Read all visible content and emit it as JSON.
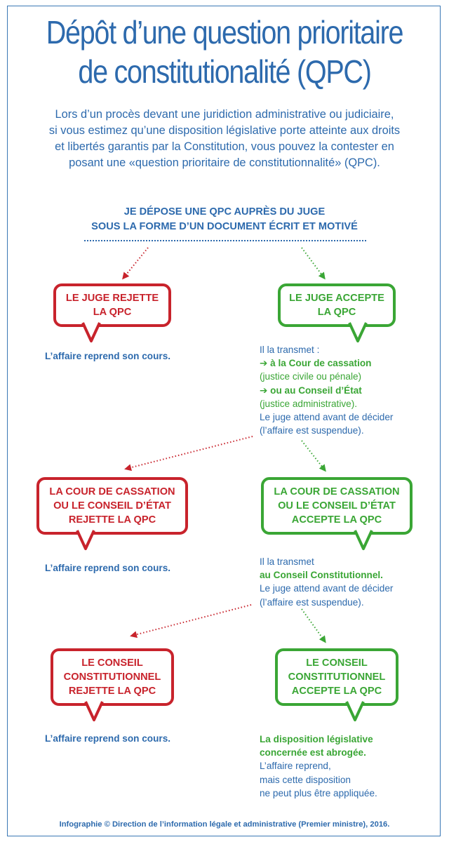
{
  "colors": {
    "blue": "#2d6aad",
    "red": "#c8232c",
    "green": "#3aa635"
  },
  "title": {
    "line1": "Dépôt d’une question prioritaire",
    "line2": "de constitutionalité (QPC)"
  },
  "intro": {
    "line1": "Lors d’un procès devant une juridiction administrative ou judiciaire,",
    "line2": "si vous estimez qu’une disposition législative porte atteinte aux droits",
    "line3": "et libertés garantis par la Constitution, vous pouvez la contester en",
    "line4": "posant une «question prioritaire de constitutionnalité» (QPC)."
  },
  "start": {
    "line1": "JE DÉPOSE UNE QPC AUPRÈS DU JUGE",
    "line2": "SOUS LA FORME D’UN DOCUMENT ÉCRIT ET MOTIVÉ"
  },
  "step1": {
    "reject": {
      "line1": "LE JUGE REJETTE",
      "line2": "LA QPC"
    },
    "accept": {
      "line1": "LE JUGE ACCEPTE",
      "line2": "LA QPC"
    },
    "reject_outcome": "L’affaire reprend son cours.",
    "accept_info": {
      "l1": "Il la transmet :",
      "l2": "➔ à la Cour de cassation",
      "l3": "(justice civile ou pénale)",
      "l4": "➔ ou au Conseil d’État",
      "l5": "(justice administrative).",
      "l6": "Le juge attend avant de décider",
      "l7": "(l’affaire est suspendue)."
    }
  },
  "step2": {
    "reject": {
      "line1": "LA COUR DE CASSATION",
      "line2": "OU LE CONSEIL D’ÉTAT",
      "line3": "REJETTE LA QPC"
    },
    "accept": {
      "line1": "LA COUR DE CASSATION",
      "line2": "OU LE CONSEIL D’ÉTAT",
      "line3": "ACCEPTE LA QPC"
    },
    "reject_outcome": "L’affaire reprend son cours.",
    "accept_info": {
      "l1": "Il la transmet",
      "l2": "au Conseil Constitutionnel.",
      "l3": "Le juge attend avant de décider",
      "l4": "(l’affaire est suspendue)."
    }
  },
  "step3": {
    "reject": {
      "line1": "LE CONSEIL",
      "line2": "CONSTITUTIONNEL",
      "line3": "REJETTE LA QPC"
    },
    "accept": {
      "line1": "LE CONSEIL",
      "line2": "CONSTITUTIONNEL",
      "line3": "ACCEPTE LA QPC"
    },
    "reject_outcome": "L’affaire reprend son cours.",
    "accept_info": {
      "l1": "La disposition législative",
      "l2": "concernée est abrogée.",
      "l3": "L’affaire reprend,",
      "l4": "mais cette disposition",
      "l5": "ne peut plus être appliquée."
    }
  },
  "credit": "Infographie © Direction de l’information légale et administrative (Premier ministre), 2016."
}
